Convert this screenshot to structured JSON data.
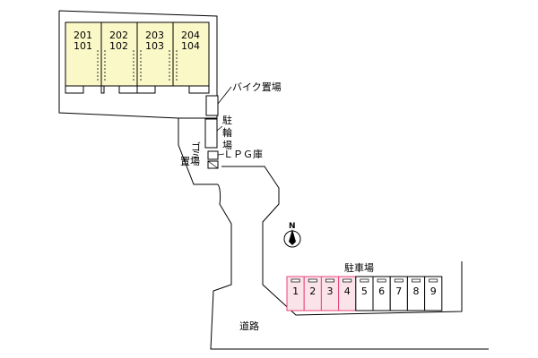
{
  "building": {
    "units": [
      {
        "upper": "201",
        "lower": "101"
      },
      {
        "upper": "202",
        "lower": "102"
      },
      {
        "upper": "203",
        "lower": "103"
      },
      {
        "upper": "204",
        "lower": "104"
      }
    ]
  },
  "facilities": {
    "bike_parking": "バイク置場",
    "bicycle_parking": [
      "駐",
      "輪",
      "場"
    ],
    "garbage": [
      "ゴ",
      "ミ",
      "置",
      "場"
    ],
    "lpg": "ＬＰＧ庫"
  },
  "compass": {
    "north": "N"
  },
  "parking": {
    "title": "駐車場",
    "slots": [
      "1",
      "2",
      "3",
      "4",
      "5",
      "6",
      "7",
      "8",
      "9"
    ],
    "highlighted": [
      "1",
      "2",
      "3",
      "4"
    ],
    "highlight_color": "#e8467a"
  },
  "road": {
    "label": "道路"
  },
  "colors": {
    "building_fill": "#fbf8c8"
  }
}
